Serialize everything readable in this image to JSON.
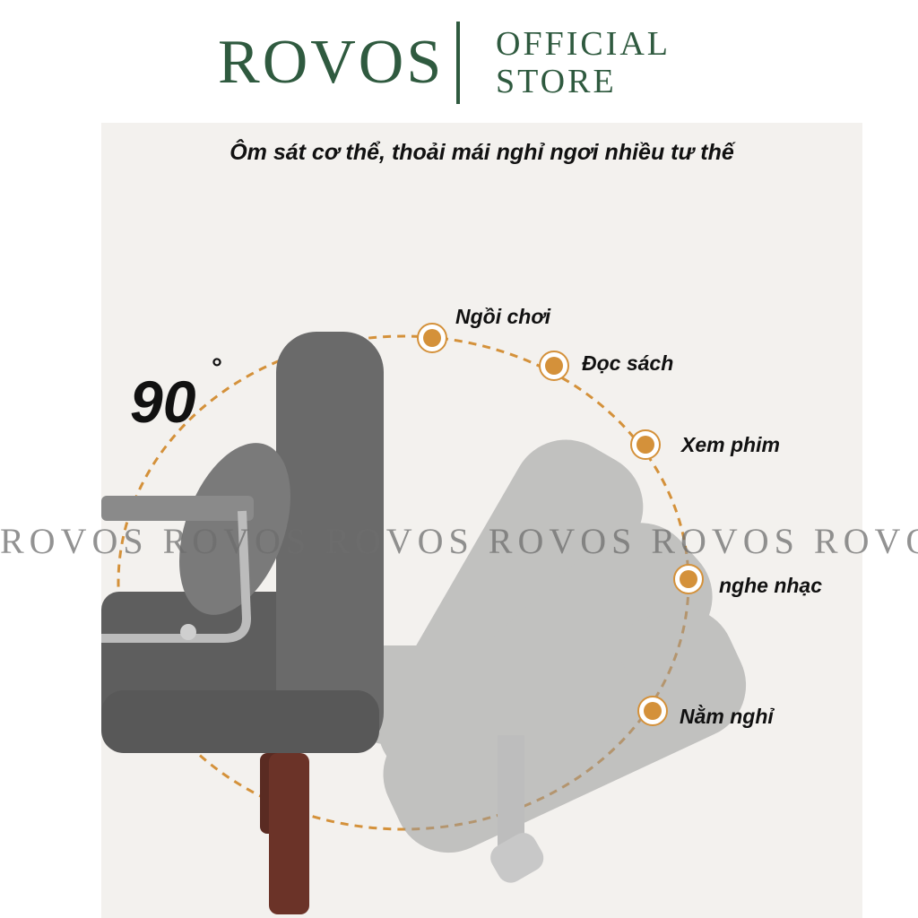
{
  "header": {
    "brand": "ROVOS",
    "official_line1": "OFFICIAL",
    "official_line2": "STORE",
    "brand_color": "#2f5a3f"
  },
  "headline": "Ôm sát cơ thể, thoải mái nghỉ ngơi nhiều tư thế",
  "angle": {
    "value": "90",
    "symbol": "°"
  },
  "positions": [
    {
      "label": "Ngồi chơi"
    },
    {
      "label": "Đọc sách"
    },
    {
      "label": "Xem phim"
    },
    {
      "label": "nghe nhạc"
    },
    {
      "label": "Nằm nghỉ"
    }
  ],
  "watermark": "ROVOS ROVOS ROVOS ROVOS ROVOS ROVOS",
  "colors": {
    "accent": "#d4913a",
    "panel": "#f3f1ee"
  }
}
